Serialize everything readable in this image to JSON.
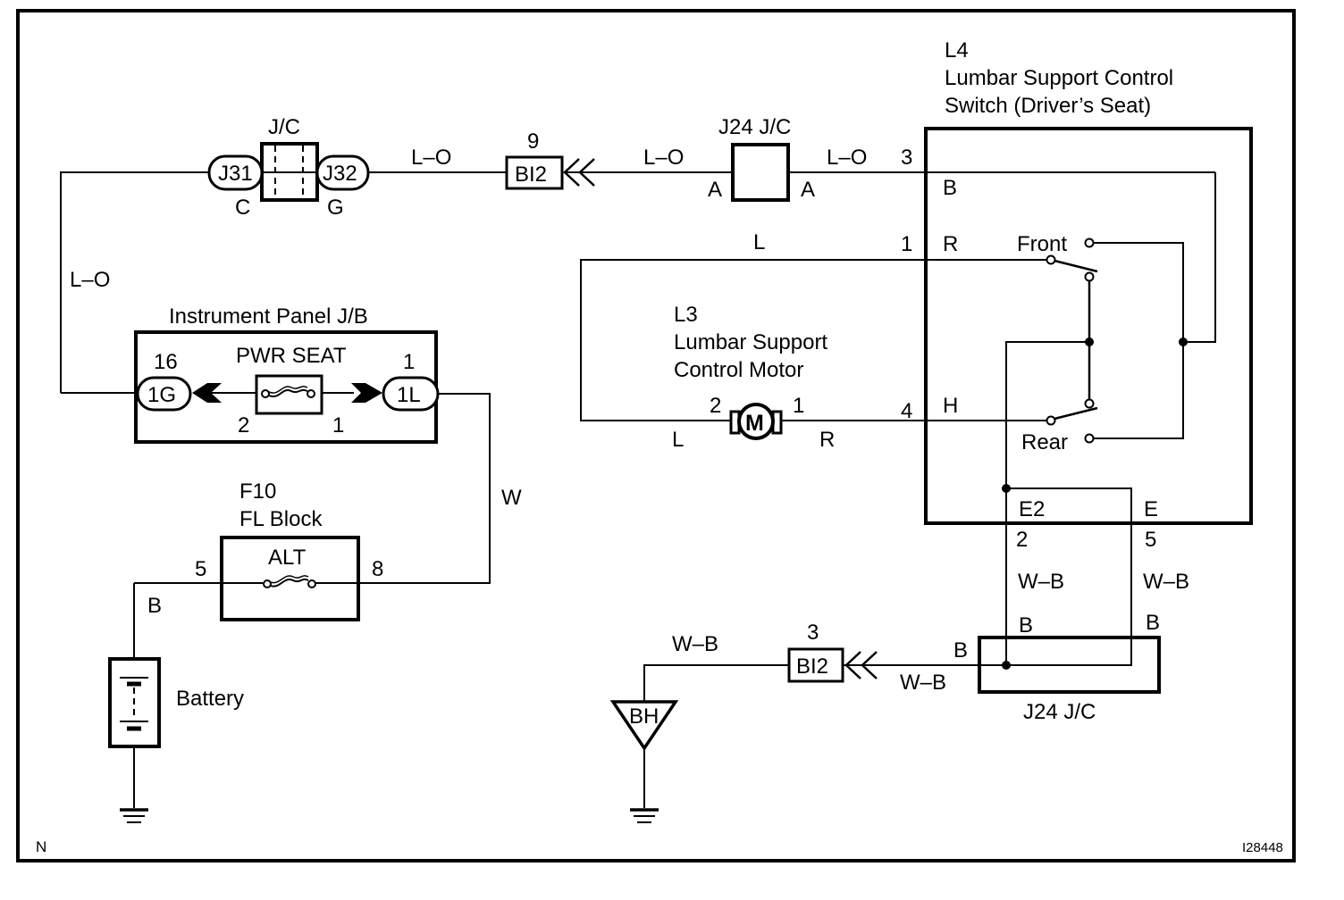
{
  "diagram": {
    "figure_id": "I28448",
    "corner_label": "N",
    "components": {
      "l4": {
        "code": "L4",
        "name_line1": "Lumbar Support Control",
        "name_line2": "Switch (Driver’s Seat)"
      },
      "l3": {
        "code": "L3",
        "name_line1": "Lumbar Support",
        "name_line2": "Control Motor"
      },
      "jc_top_left": {
        "title": "J/C",
        "left_connector": "J31",
        "right_connector": "J32",
        "left_pin": "C",
        "right_pin": "G"
      },
      "j24_top": {
        "title": "J24 J/C",
        "left_pin": "A",
        "right_pin": "A"
      },
      "bi2_top": {
        "label": "BI2",
        "pin": "9"
      },
      "instrument_panel_jb": {
        "title": "Instrument Panel J/B",
        "fuse": "PWR SEAT",
        "left_connector": "1G",
        "left_pin": "16",
        "right_connector": "1L",
        "right_pin": "1",
        "fuse_pin_left": "2",
        "fuse_pin_right": "1"
      },
      "f10": {
        "code": "F10",
        "name": "FL Block",
        "fuse": "ALT",
        "left_pin": "5",
        "right_pin": "8"
      },
      "battery": {
        "label": "Battery"
      },
      "bi2_bottom": {
        "label": "BI2",
        "pin": "3"
      },
      "ground_bh": {
        "label": "BH"
      },
      "j24_bottom": {
        "title": "J24 J/C",
        "pin_left": "B",
        "pin_mid": "B",
        "pin_right": "B"
      }
    },
    "switch": {
      "terminals": {
        "b": "B",
        "r": "R",
        "h": "H",
        "e2": "E2",
        "e": "E"
      },
      "pins": {
        "p3": "3",
        "p1": "1",
        "p4": "4",
        "p2": "2",
        "p5": "5"
      },
      "positions": {
        "front": "Front",
        "rear": "Rear"
      }
    },
    "motor": {
      "symbol": "M",
      "pin_left": "2",
      "pin_right": "1",
      "wire_left": "L",
      "wire_right": "R"
    },
    "wires": {
      "lo_1": "L–O",
      "lo_2": "L–O",
      "lo_3": "L–O",
      "lo_left": "L–O",
      "l_top": "L",
      "w": "W",
      "b": "B",
      "wb_e2": "W–B",
      "wb_e": "W–B",
      "wb_ground": "W–B",
      "wb_bi2": "W–B"
    }
  }
}
